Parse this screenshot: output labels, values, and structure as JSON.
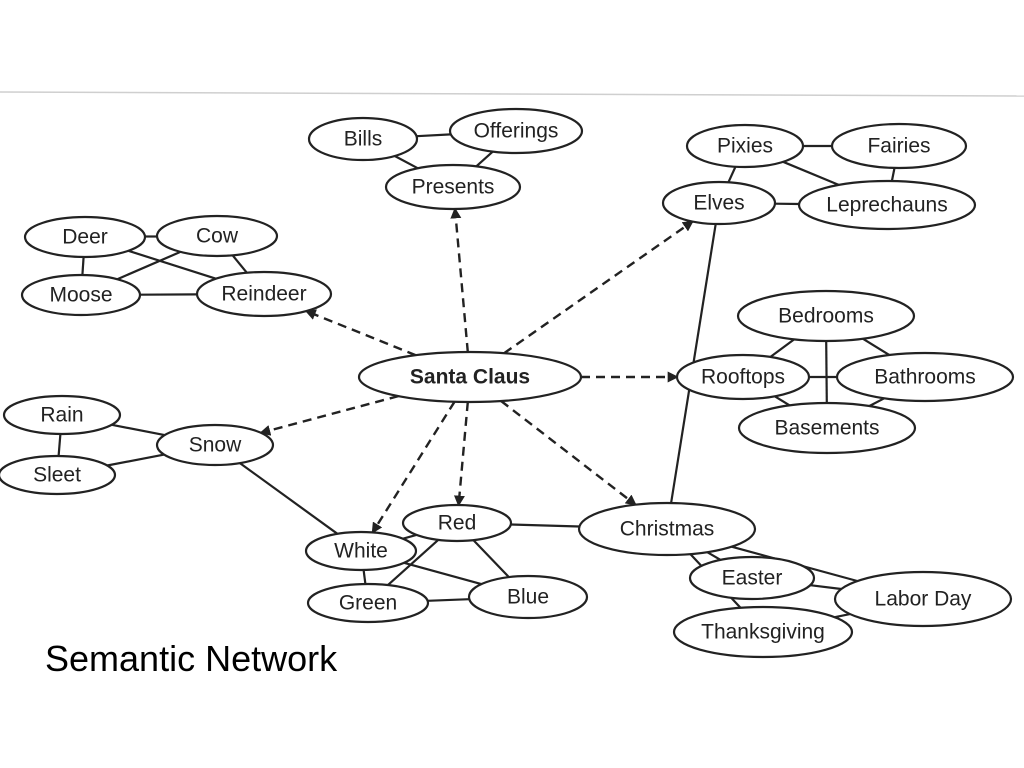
{
  "caption": "Semantic Network",
  "colors": {
    "ink": "#222222",
    "background": "#ffffff"
  },
  "nodes": [
    {
      "id": "santa",
      "label": "Santa Claus"
    },
    {
      "id": "bills",
      "label": "Bills"
    },
    {
      "id": "offerings",
      "label": "Offerings"
    },
    {
      "id": "presents",
      "label": "Presents"
    },
    {
      "id": "pixies",
      "label": "Pixies"
    },
    {
      "id": "fairies",
      "label": "Fairies"
    },
    {
      "id": "elves",
      "label": "Elves"
    },
    {
      "id": "leprechauns",
      "label": "Leprechauns"
    },
    {
      "id": "deer",
      "label": "Deer"
    },
    {
      "id": "cow",
      "label": "Cow"
    },
    {
      "id": "moose",
      "label": "Moose"
    },
    {
      "id": "reindeer",
      "label": "Reindeer"
    },
    {
      "id": "bedrooms",
      "label": "Bedrooms"
    },
    {
      "id": "rooftops",
      "label": "Rooftops"
    },
    {
      "id": "bathrooms",
      "label": "Bathrooms"
    },
    {
      "id": "basements",
      "label": "Basements"
    },
    {
      "id": "rain",
      "label": "Rain"
    },
    {
      "id": "sleet",
      "label": "Sleet"
    },
    {
      "id": "snow",
      "label": "Snow"
    },
    {
      "id": "red",
      "label": "Red"
    },
    {
      "id": "white",
      "label": "White"
    },
    {
      "id": "green",
      "label": "Green"
    },
    {
      "id": "blue",
      "label": "Blue"
    },
    {
      "id": "christmas",
      "label": "Christmas"
    },
    {
      "id": "easter",
      "label": "Easter"
    },
    {
      "id": "laborday",
      "label": "Labor Day"
    },
    {
      "id": "thanksgiving",
      "label": "Thanksgiving"
    }
  ],
  "edges": [
    {
      "from": "santa",
      "to": "presents",
      "style": "dashed-arrow"
    },
    {
      "from": "santa",
      "to": "reindeer",
      "style": "dashed-arrow"
    },
    {
      "from": "santa",
      "to": "elves",
      "style": "dashed-arrow"
    },
    {
      "from": "santa",
      "to": "rooftops",
      "style": "dashed-arrow"
    },
    {
      "from": "santa",
      "to": "snow",
      "style": "dashed-arrow"
    },
    {
      "from": "santa",
      "to": "white",
      "style": "dashed-arrow"
    },
    {
      "from": "santa",
      "to": "red",
      "style": "dashed-arrow"
    },
    {
      "from": "santa",
      "to": "christmas",
      "style": "dashed-arrow"
    },
    {
      "from": "bills",
      "to": "offerings",
      "style": "solid"
    },
    {
      "from": "bills",
      "to": "presents",
      "style": "solid"
    },
    {
      "from": "offerings",
      "to": "presents",
      "style": "solid"
    },
    {
      "from": "pixies",
      "to": "fairies",
      "style": "solid"
    },
    {
      "from": "pixies",
      "to": "elves",
      "style": "solid"
    },
    {
      "from": "pixies",
      "to": "leprechauns",
      "style": "solid"
    },
    {
      "from": "elves",
      "to": "leprechauns",
      "style": "solid"
    },
    {
      "from": "fairies",
      "to": "leprechauns",
      "style": "solid"
    },
    {
      "from": "deer",
      "to": "cow",
      "style": "solid"
    },
    {
      "from": "deer",
      "to": "moose",
      "style": "solid"
    },
    {
      "from": "deer",
      "to": "reindeer",
      "style": "solid"
    },
    {
      "from": "cow",
      "to": "moose",
      "style": "solid"
    },
    {
      "from": "cow",
      "to": "reindeer",
      "style": "solid"
    },
    {
      "from": "moose",
      "to": "reindeer",
      "style": "solid"
    },
    {
      "from": "bedrooms",
      "to": "rooftops",
      "style": "solid"
    },
    {
      "from": "bedrooms",
      "to": "bathrooms",
      "style": "solid"
    },
    {
      "from": "bedrooms",
      "to": "basements",
      "style": "solid"
    },
    {
      "from": "rooftops",
      "to": "bathrooms",
      "style": "solid"
    },
    {
      "from": "rooftops",
      "to": "basements",
      "style": "solid"
    },
    {
      "from": "bathrooms",
      "to": "basements",
      "style": "solid"
    },
    {
      "from": "rain",
      "to": "sleet",
      "style": "solid"
    },
    {
      "from": "rain",
      "to": "snow",
      "style": "solid"
    },
    {
      "from": "sleet",
      "to": "snow",
      "style": "solid"
    },
    {
      "from": "snow",
      "to": "white",
      "style": "solid"
    },
    {
      "from": "white",
      "to": "red",
      "style": "solid"
    },
    {
      "from": "white",
      "to": "green",
      "style": "solid"
    },
    {
      "from": "white",
      "to": "blue",
      "style": "solid"
    },
    {
      "from": "red",
      "to": "green",
      "style": "solid"
    },
    {
      "from": "red",
      "to": "blue",
      "style": "solid"
    },
    {
      "from": "green",
      "to": "blue",
      "style": "solid"
    },
    {
      "from": "red",
      "to": "christmas",
      "style": "solid"
    },
    {
      "from": "elves",
      "to": "christmas",
      "style": "solid"
    },
    {
      "from": "christmas",
      "to": "easter",
      "style": "solid"
    },
    {
      "from": "christmas",
      "to": "laborday",
      "style": "solid"
    },
    {
      "from": "christmas",
      "to": "thanksgiving",
      "style": "solid"
    },
    {
      "from": "easter",
      "to": "laborday",
      "style": "solid"
    },
    {
      "from": "thanksgiving",
      "to": "laborday",
      "style": "solid"
    }
  ]
}
